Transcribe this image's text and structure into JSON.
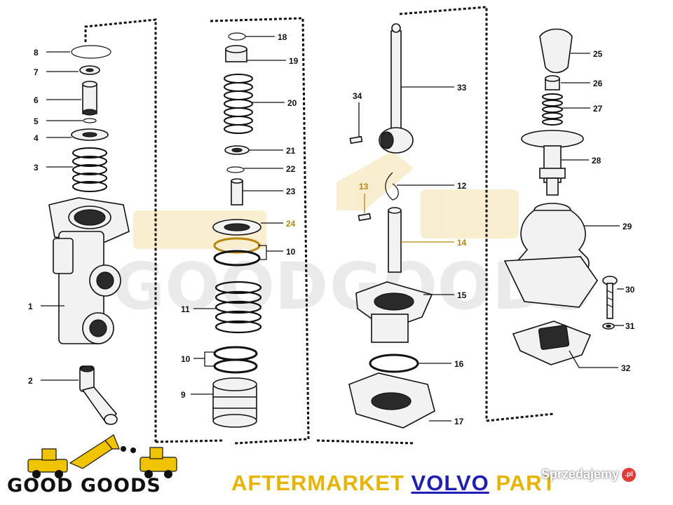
{
  "watermark": {
    "big_text_left": "GOOD",
    "big_text_right": "GOODS"
  },
  "logo": {
    "text": "GOOD GOODS",
    "accent_color": "#f0c400"
  },
  "footer": {
    "prefix": "AFTERMARKET ",
    "brand": "VOLVO",
    "suffix": " PART",
    "text_color": "#e8b400",
    "brand_color": "#1f1fb8"
  },
  "site_watermark": {
    "text": "Sprzedajemy",
    "badge": ".pl"
  },
  "labels": {
    "p1": "1",
    "p2": "2",
    "p3": "3",
    "p4": "4",
    "p5": "5",
    "p6": "6",
    "p7": "7",
    "p8": "8",
    "p9": "9",
    "p10a": "10",
    "p10b": "10",
    "p11": "11",
    "p12": "12",
    "p13": "13",
    "p14": "14",
    "p15": "15",
    "p16": "16",
    "p17": "17",
    "p18": "18",
    "p19": "19",
    "p20": "20",
    "p21": "21",
    "p22": "22",
    "p23": "23",
    "p24": "24",
    "p25": "25",
    "p26": "26",
    "p27": "27",
    "p28": "28",
    "p29": "29",
    "p30": "30",
    "p31": "31",
    "p32": "32",
    "p33": "33",
    "p34": "34"
  },
  "highlight_color": "#b8860b"
}
